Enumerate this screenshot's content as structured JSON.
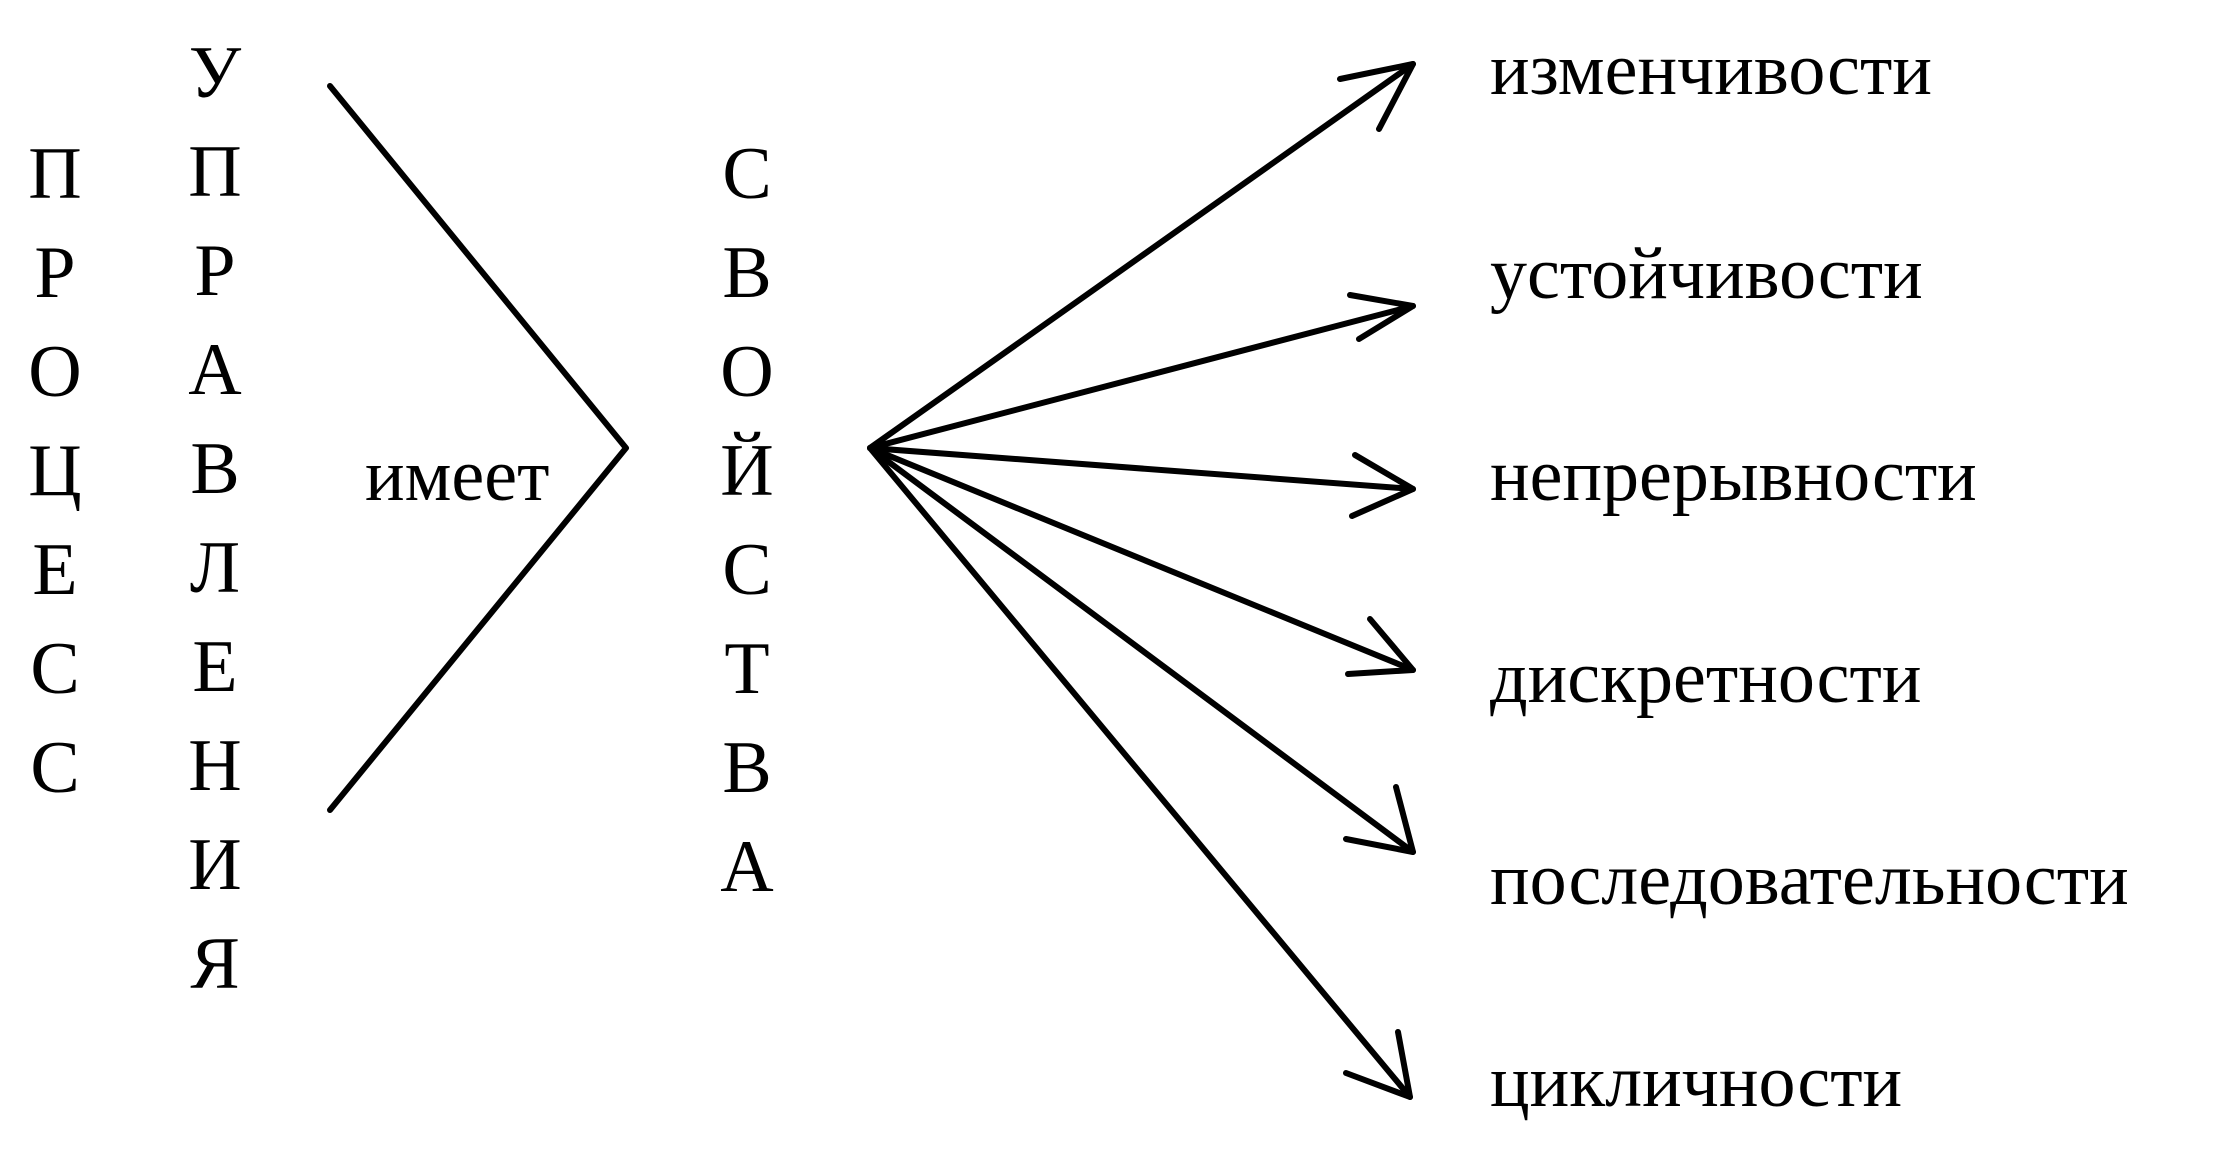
{
  "left_words": {
    "process": [
      "П",
      "Р",
      "О",
      "Ц",
      "Е",
      "С",
      "С"
    ],
    "management": [
      "У",
      "П",
      "Р",
      "А",
      "В",
      "Л",
      "Е",
      "Н",
      "И",
      "Я"
    ]
  },
  "connector": {
    "label": "имеет"
  },
  "center_word": {
    "properties": [
      "С",
      "В",
      "О",
      "Й",
      "С",
      "Т",
      "В",
      "А"
    ]
  },
  "targets": [
    "изменчивости",
    "устойчивости",
    "непрерывности",
    "дискретности",
    "последовательности",
    "цикличности"
  ]
}
